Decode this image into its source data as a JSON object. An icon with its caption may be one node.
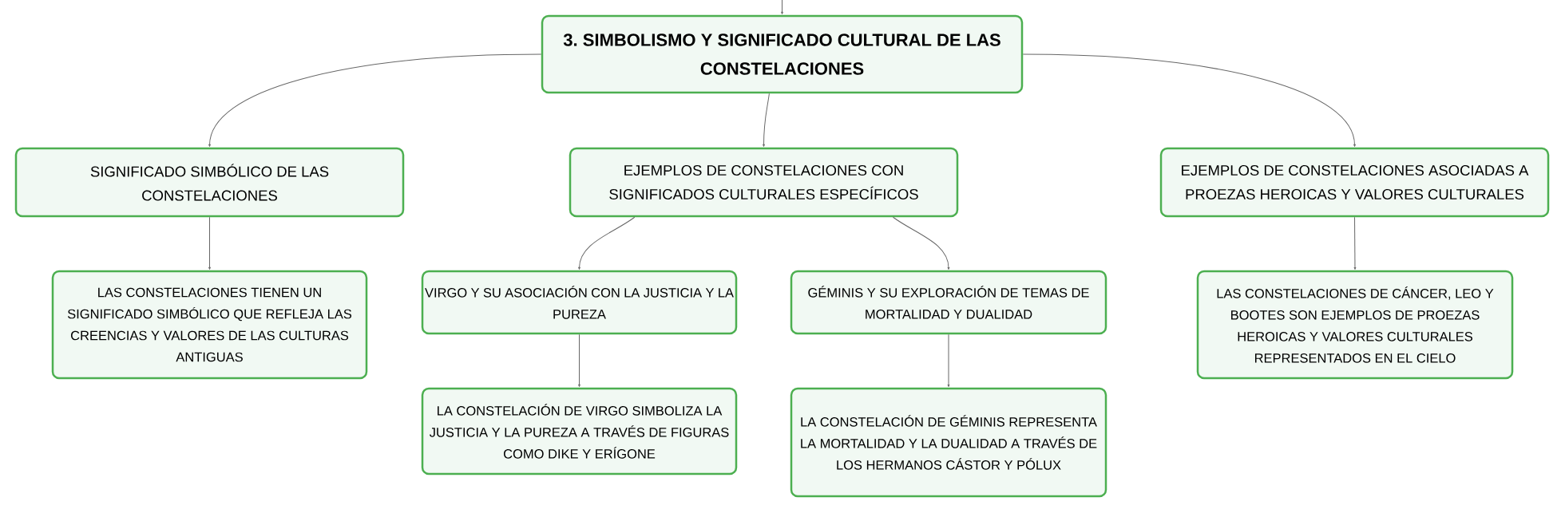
{
  "diagram": {
    "nodes": [
      {
        "text": [
          "3. SIMBOLISMO Y SIGNIFICADO CULTURAL DE LAS CONSTELACIONES"
        ]
      },
      {
        "text": [
          "SIGNIFICADO SIMBÓLICO DE LAS CONSTELACIONES"
        ]
      },
      {
        "text": [
          "EJEMPLOS DE CONSTELACIONES CON SIGNIFICADOS CULTURALES ESPECÍFICOS"
        ]
      },
      {
        "text": [
          "EJEMPLOS DE CONSTELACIONES ASOCIADAS A PROEZAS HEROICAS Y VALORES CULTURALES"
        ]
      },
      {
        "text": [
          "LAS CONSTELACIONES TIENEN UN SIGNIFICADO SIMBÓLICO QUE REFLEJA LAS CREENCIAS Y VALORES DE LAS CULTURAS ANTIGUAS"
        ]
      },
      {
        "text": [
          "VIRGO Y SU ASOCIACIÓN CON LA JUSTICIA Y LA PUREZA"
        ]
      },
      {
        "text": [
          "GÉMINIS Y SU EXPLORACIÓN DE TEMAS DE MORTALIDAD Y DUALIDAD"
        ]
      },
      {
        "text": [
          "LAS CONSTELACIONES DE CÁNCER, LEO Y BOOTES SON EJEMPLOS DE PROEZAS HEROICAS Y VALORES CULTURALES REPRESENTADOS EN EL CIELO"
        ]
      },
      {
        "text": [
          "LA CONSTELACIÓN DE VIRGO SIMBOLIZA LA JUSTICIA Y LA PUREZA A TRAVÉS DE FIGURAS COMO DIKE Y ERÍGONE"
        ]
      },
      {
        "text": [
          "LA CONSTELACIÓN DE GÉMINIS REPRESENTA LA MORTALIDAD Y LA DUALIDAD A TRAVÉS DE LOS HERMANOS CÁSTOR Y PÓLUX"
        ]
      }
    ],
    "edges": [
      {
        "from": null,
        "to": 0,
        "arrow": "to"
      },
      {
        "from": 0,
        "to": 1,
        "arrow": "to"
      },
      {
        "from": 0,
        "to": 2,
        "arrow": "to"
      },
      {
        "from": 0,
        "to": 3,
        "arrow": "to"
      },
      {
        "from": 1,
        "to": 4,
        "arrow": "to"
      },
      {
        "from": 2,
        "to": 5,
        "arrow": "to"
      },
      {
        "from": 2,
        "to": 6,
        "arrow": "to"
      },
      {
        "from": 3,
        "to": 7,
        "arrow": "to"
      },
      {
        "from": 5,
        "to": 8,
        "arrow": "to"
      },
      {
        "from": 6,
        "to": 9,
        "arrow": "to"
      }
    ]
  }
}
